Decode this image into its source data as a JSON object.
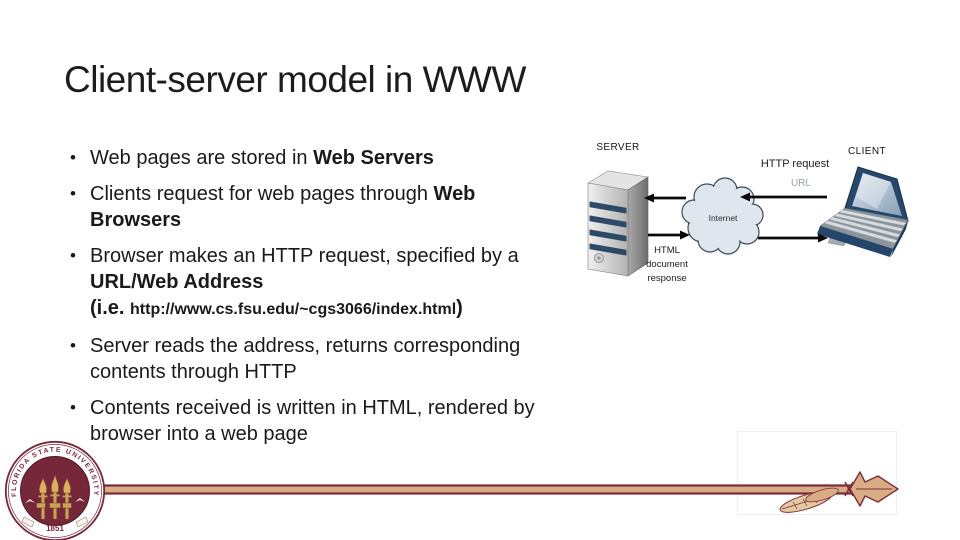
{
  "slide": {
    "title": "Client-server model in WWW",
    "bullet_char": "•"
  },
  "bullets": [
    {
      "lines": [
        {
          "runs": [
            {
              "t": "Web pages are stored in "
            },
            {
              "t": "Web Servers",
              "bold": true
            }
          ]
        }
      ]
    },
    {
      "lines": [
        {
          "runs": [
            {
              "t": "Clients request for web pages through "
            },
            {
              "t": "Web",
              "bold": true
            }
          ]
        },
        {
          "runs": [
            {
              "t": "Browsers",
              "bold": true
            }
          ]
        }
      ]
    },
    {
      "lines": [
        {
          "runs": [
            {
              "t": "Browser makes an HTTP request, specified by a"
            }
          ]
        },
        {
          "runs": [
            {
              "t": "URL/Web Address",
              "bold": true
            }
          ]
        },
        {
          "runs": [
            {
              "t": "(i.e. ",
              "bold": true
            },
            {
              "t": "http://www.cs.fsu.edu/~cgs3066/index.html",
              "bold": true,
              "small": true
            },
            {
              "t": ")",
              "bold": true
            }
          ]
        }
      ]
    },
    {
      "lines": [
        {
          "runs": [
            {
              "t": "Server reads the address, returns corresponding"
            }
          ]
        },
        {
          "runs": [
            {
              "t": "contents through HTTP"
            }
          ]
        }
      ]
    },
    {
      "lines": [
        {
          "runs": [
            {
              "t": "Contents received is written in HTML, rendered by"
            }
          ]
        },
        {
          "runs": [
            {
              "t": "browser into a web page"
            }
          ]
        }
      ]
    }
  ],
  "diagram": {
    "server_label": "SERVER",
    "client_label": "CLIENT",
    "http_request_label": "HTTP request",
    "url_label": "URL",
    "cloud_label": "Internet",
    "response_label_lines": [
      "HTML",
      "document",
      "response"
    ]
  },
  "seal": {
    "ring_text": "FLORIDA STATE UNIVERSITY",
    "year": "1851"
  },
  "colors": {
    "garnet": "#782F40",
    "spear_tan": "#D9AD83",
    "seal_gold": "#C9A257",
    "diagram_navy": "#27425F",
    "cloud_fill": "#E0E6ED",
    "text_black": "#1A1A1A"
  }
}
